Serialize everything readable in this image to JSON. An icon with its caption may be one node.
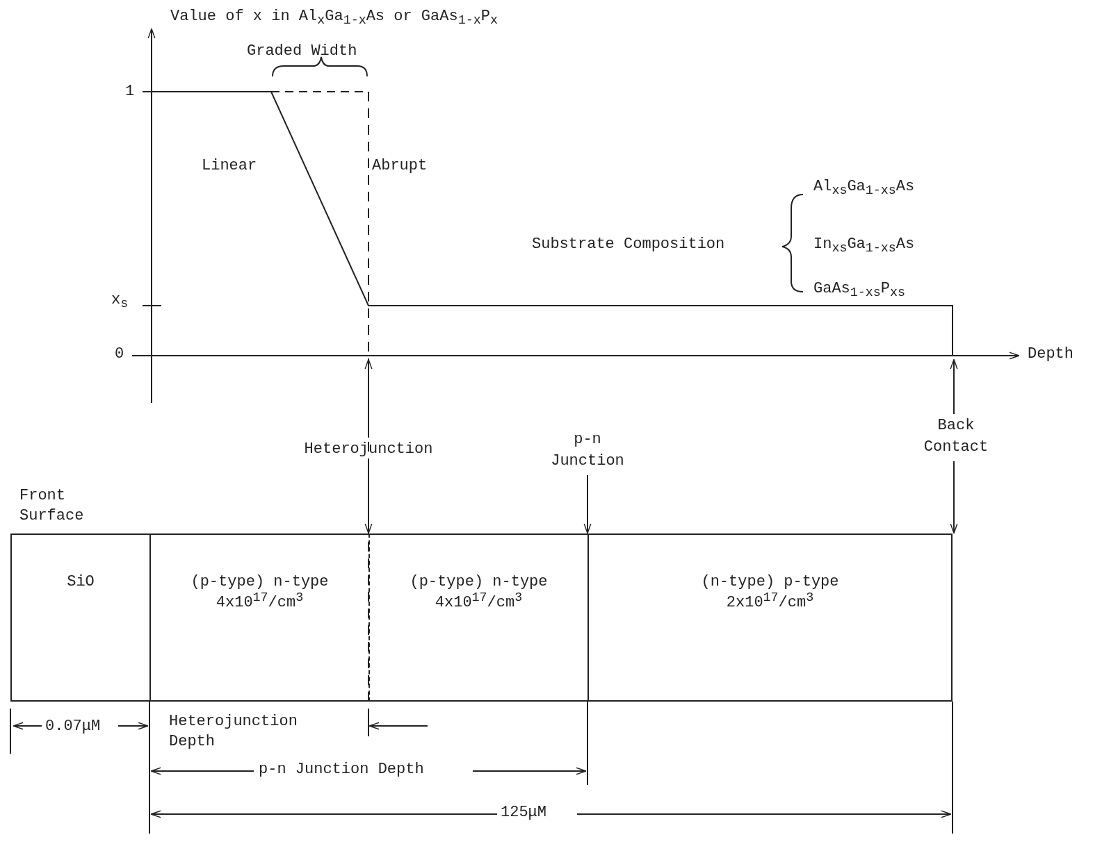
{
  "diagram": {
    "nodes": [
      {
        "text": [
          "SiO"
        ]
      },
      {
        "text": [
          "(p-type) n-type 4x10$^{17}$/cm$^{3}$"
        ]
      },
      {
        "text": [
          "(p-type) n-type 4x10$^{17}$/cm$^{3}$"
        ]
      },
      {
        "text": [
          "(n-type) p-type 2x10$^{17}$/cm$^{3}$"
        ]
      },
      {
        "text": [
          "Heterojunction"
        ]
      },
      {
        "text": [
          "p-n Junction"
        ]
      },
      {
        "text": [
          "Back Contact"
        ]
      }
    ],
    "edges": [
      {
        "from": 4,
        "to": null,
        "arrow": "to"
      },
      {
        "from": 4,
        "to": 1,
        "arrow": "to"
      },
      {
        "from": 5,
        "to": 2,
        "arrow": "to"
      },
      {
        "from": 6,
        "to": null,
        "arrow": "to"
      },
      {
        "from": 6,
        "to": 3,
        "arrow": "to"
      }
    ],
    "labels": [
      "Value of x in Al$_{x}$Ga$_{1-x}$As or GaAs$_{1-x}$P$_{x}$",
      "Graded Width",
      "1",
      "x$_{s}$",
      "0",
      "Linear",
      "Abrupt",
      "Substrate Composition",
      "Al$_{xs}$Ga$_{1-xs}$As",
      "In$_{xs}$Ga$_{1-xs}$As",
      "GaAs$_{1-xs}$P$_{xs}$",
      "Depth",
      "Front Surface",
      "0.07μM",
      "Heterojunction Depth",
      "p-n Junction Depth",
      "125μM"
    ]
  }
}
